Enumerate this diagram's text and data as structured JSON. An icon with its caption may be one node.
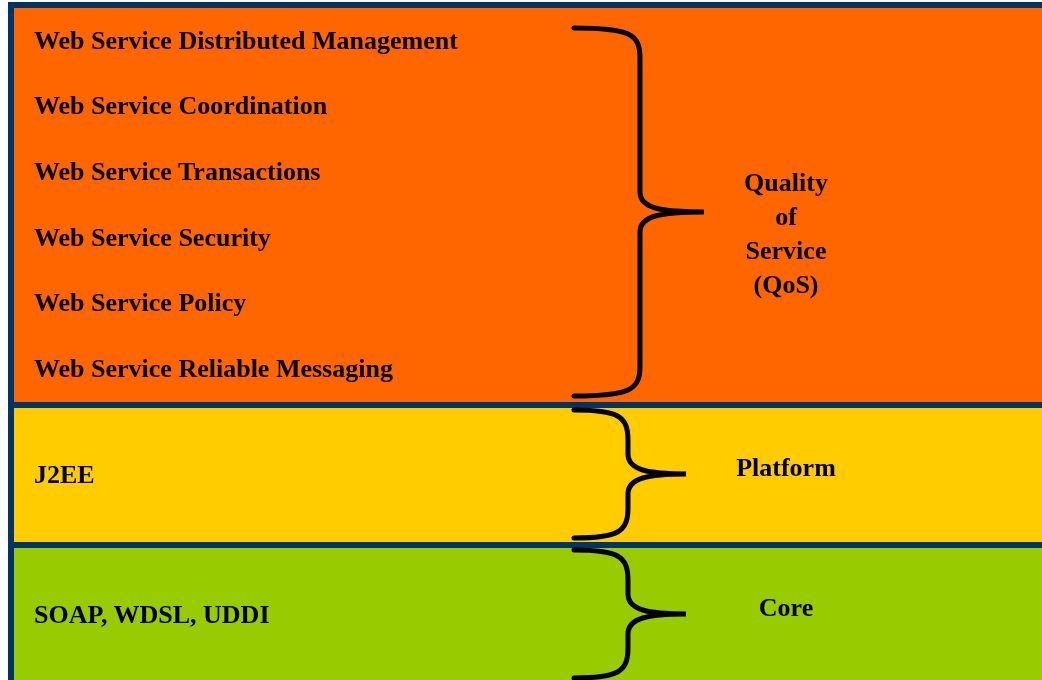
{
  "diagram": {
    "nodes": [
      {
        "text": [
          "Web Service Distributed Management",
          "Web Service Coordination",
          "Web Service Transactions",
          "Web Service Security",
          "Web Service Policy",
          "Web Service Reliable Messaging",
          "Quality of Service (QoS)"
        ]
      },
      {
        "text": [
          "J2EE",
          "Platform"
        ]
      },
      {
        "text": [
          "SOAP, WDSL, UDDI",
          "Core"
        ]
      }
    ]
  }
}
